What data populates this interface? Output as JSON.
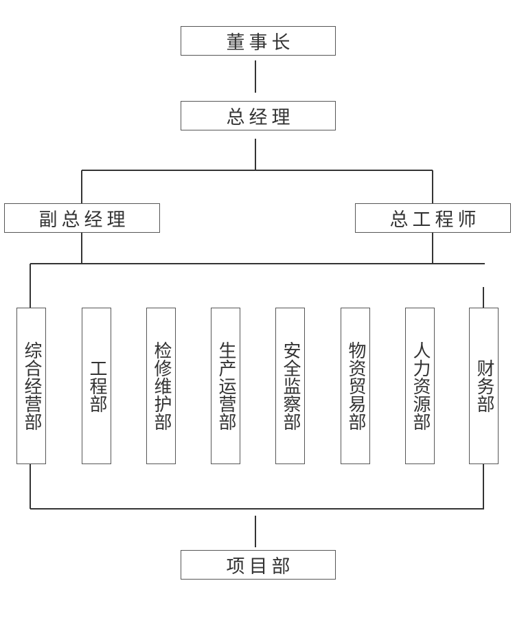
{
  "org": {
    "chairman": "董事长",
    "general_manager": "总经理",
    "deputy_general_manager": "副总经理",
    "chief_engineer": "总工程师",
    "departments": [
      "综合经营部",
      "工程部",
      "检修维护部",
      "生产运营部",
      "安全监察部",
      "物资贸易部",
      "人力资源部",
      "财务部"
    ],
    "project_department": "项目部"
  },
  "colors": {
    "line": "#333333",
    "border": "#555555",
    "text": "#333333"
  }
}
